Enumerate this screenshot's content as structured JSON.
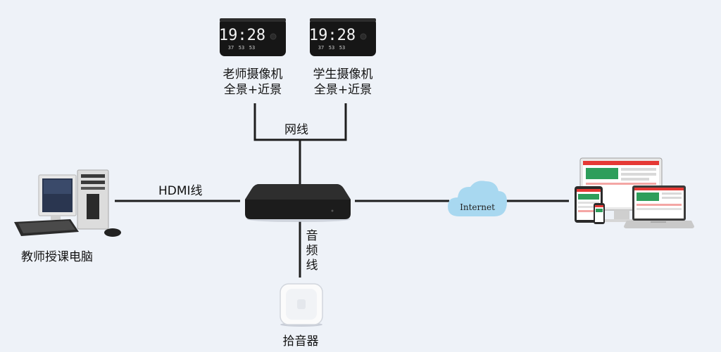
{
  "devices": {
    "teacher_camera": {
      "line1": "老师摄像机",
      "line2": "全景+近景",
      "clock_time": "19:28",
      "clock_sub1": "37",
      "clock_sub2": "53",
      "clock_sub3": "53"
    },
    "student_camera": {
      "line1": "学生摄像机",
      "line2": "全景+近景",
      "clock_time": "19:28",
      "clock_sub1": "37",
      "clock_sub2": "53",
      "clock_sub3": "53"
    },
    "teacher_pc": {
      "label": "教师授课电脑"
    },
    "microphone": {
      "label": "拾音器"
    },
    "cloud": {
      "label": "Internet"
    }
  },
  "connections": {
    "network_cable": "网线",
    "hdmi_cable": "HDMI线",
    "audio_cable_chars": [
      "音",
      "频",
      "线"
    ]
  },
  "colors": {
    "background": "#eef2f8",
    "line": "#1e1e1e",
    "cloud": "#a8d8f0",
    "box": "#161616",
    "accent_red": "#e53935",
    "accent_green": "#2e9e5b"
  }
}
